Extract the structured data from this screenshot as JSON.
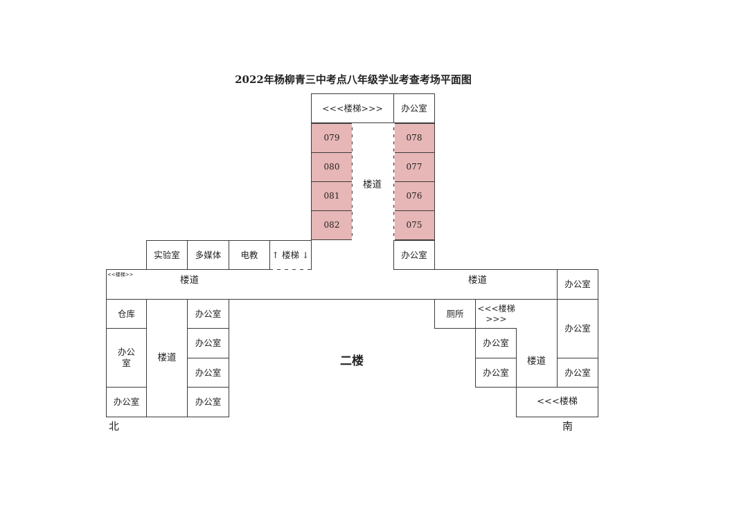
{
  "title": "2022年杨柳青三中考点八年级学业考查考场平面图",
  "floor_label": "二楼",
  "north": "北",
  "south": "南",
  "top_wing": {
    "stairs": "<<<楼梯>>>",
    "office_top": "办公室",
    "corridor": "楼道",
    "left_rooms": [
      "079",
      "080",
      "081",
      "082"
    ],
    "right_rooms": [
      "078",
      "077",
      "076",
      "075"
    ],
    "office_bottom": "办公室"
  },
  "middle_row": {
    "lab": "实验室",
    "multimedia": "多媒体",
    "av": "电教",
    "stairs": "↑ 楼梯 ↓"
  },
  "main_corridor": {
    "left_stairs_note": "<<楼梯>>",
    "left_label": "楼道",
    "right_label": "楼道",
    "right_office": "办公室"
  },
  "left_wing": {
    "storage": "仓库",
    "office_mid": "办公\n室",
    "office_bottom": "办公室",
    "corridor": "楼道",
    "right_offices": [
      "办公室",
      "办公室",
      "办公室",
      "办公室"
    ]
  },
  "right_wing": {
    "toilet": "厕所",
    "stairs": "<<<楼梯\n>>>",
    "inner_offices": [
      "办公室",
      "办公室"
    ],
    "corridor": "楼道",
    "outer_offices": [
      "办公室",
      "办公室"
    ],
    "bottom_stairs": "<<<楼梯"
  }
}
